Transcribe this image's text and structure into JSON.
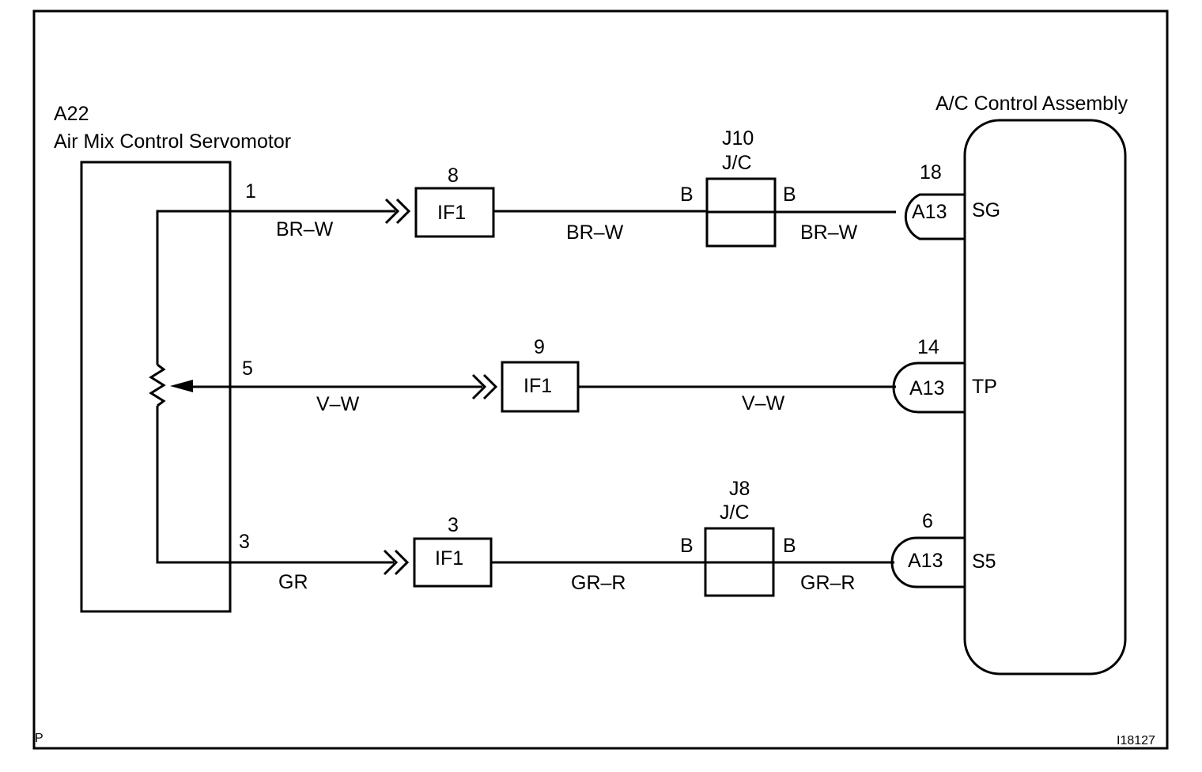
{
  "components": {
    "servomotor": {
      "id": "A22",
      "name": "Air Mix Control Servomotor"
    },
    "control_assembly": {
      "name": "A/C Control Assembly"
    }
  },
  "circuits": [
    {
      "servo_pin": "1",
      "servo_wire": "BR–W",
      "connector": {
        "pin": "8",
        "label": "IF1"
      },
      "mid_wire": "BR–W",
      "junction": {
        "name": "J10",
        "type": "J/C",
        "pin_in": "B",
        "pin_out": "B"
      },
      "end_wire": "BR–W",
      "terminal": {
        "pin": "18",
        "connector": "A13",
        "signal": "SG"
      }
    },
    {
      "servo_pin": "5",
      "servo_wire": "V–W",
      "connector": {
        "pin": "9",
        "label": "IF1"
      },
      "end_wire": "V–W",
      "terminal": {
        "pin": "14",
        "connector": "A13",
        "signal": "TP"
      }
    },
    {
      "servo_pin": "3",
      "servo_wire": "GR",
      "connector": {
        "pin": "3",
        "label": "IF1"
      },
      "mid_wire": "GR–R",
      "junction": {
        "name": "J8",
        "type": "J/C",
        "pin_in": "B",
        "pin_out": "B"
      },
      "end_wire": "GR–R",
      "terminal": {
        "pin": "6",
        "connector": "A13",
        "signal": "S5"
      }
    }
  ],
  "footer": {
    "left_mark": "P",
    "figure_id": "I18127"
  }
}
